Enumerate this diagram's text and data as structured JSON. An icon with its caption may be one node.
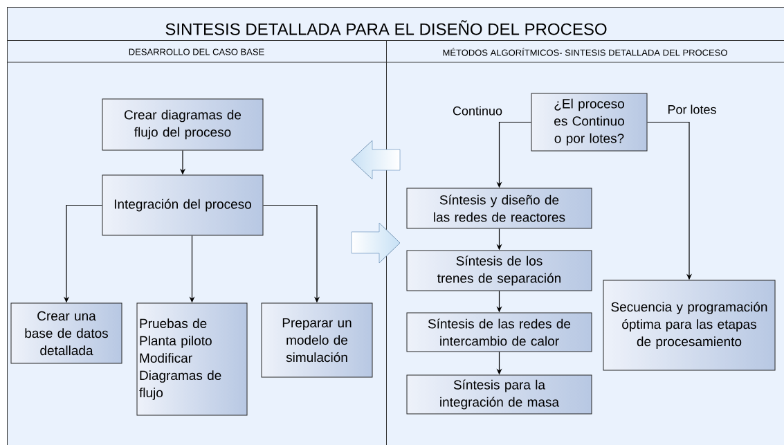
{
  "diagram": {
    "title": "SINTESIS DETALLADA PARA EL DISEÑO DEL PROCESO",
    "nodes": [
      {
        "text": [
          "DESARROLLO DEL CASO BASE"
        ]
      },
      {
        "text": [
          "MÉTODOS ALGORÍTMICOS- SINTESIS DETALLADA DEL PROCESO"
        ]
      },
      {
        "text": [
          "Crear diagramas de flujo del proceso"
        ],
        "in": 0
      },
      {
        "text": [
          "Integración del proceso"
        ],
        "in": 0
      },
      {
        "text": [
          "Crear una base de datos detallada"
        ],
        "in": 0
      },
      {
        "text": [
          "Pruebas de Planta piloto Modificar Diagramas de flujo"
        ],
        "in": 0
      },
      {
        "text": [
          "Preparar un modelo de simulación"
        ],
        "in": 0
      },
      {
        "text": [
          "¿El proceso es Continuo o por lotes?"
        ],
        "in": 1
      },
      {
        "text": [
          "Síntesis y diseño de las redes de reactores"
        ],
        "in": 1
      },
      {
        "text": [
          "Síntesis de los trenes de separación"
        ],
        "in": 1
      },
      {
        "text": [
          "Síntesis de las redes de intercambio de calor"
        ],
        "in": 1
      },
      {
        "text": [
          "Síntesis para la integración de masa"
        ],
        "in": 1
      },
      {
        "text": [
          "Secuencia y programación óptima para las etapas de procesamiento"
        ],
        "in": 1
      }
    ],
    "edges": [
      {
        "from": 2,
        "to": 3,
        "arrow": "to"
      },
      {
        "from": 3,
        "to": 4,
        "arrow": "to"
      },
      {
        "from": 3,
        "to": 5,
        "arrow": "to"
      },
      {
        "from": 3,
        "to": 6,
        "arrow": "to"
      },
      {
        "from": 7,
        "to": 8,
        "arrow": "to",
        "label": "Continuo"
      },
      {
        "from": 7,
        "to": 12,
        "arrow": "to",
        "label": "Por lotes"
      },
      {
        "from": 8,
        "to": 9,
        "arrow": "to"
      },
      {
        "from": 9,
        "to": 10,
        "arrow": "to"
      },
      {
        "from": 10,
        "to": 11,
        "arrow": "to"
      }
    ]
  }
}
